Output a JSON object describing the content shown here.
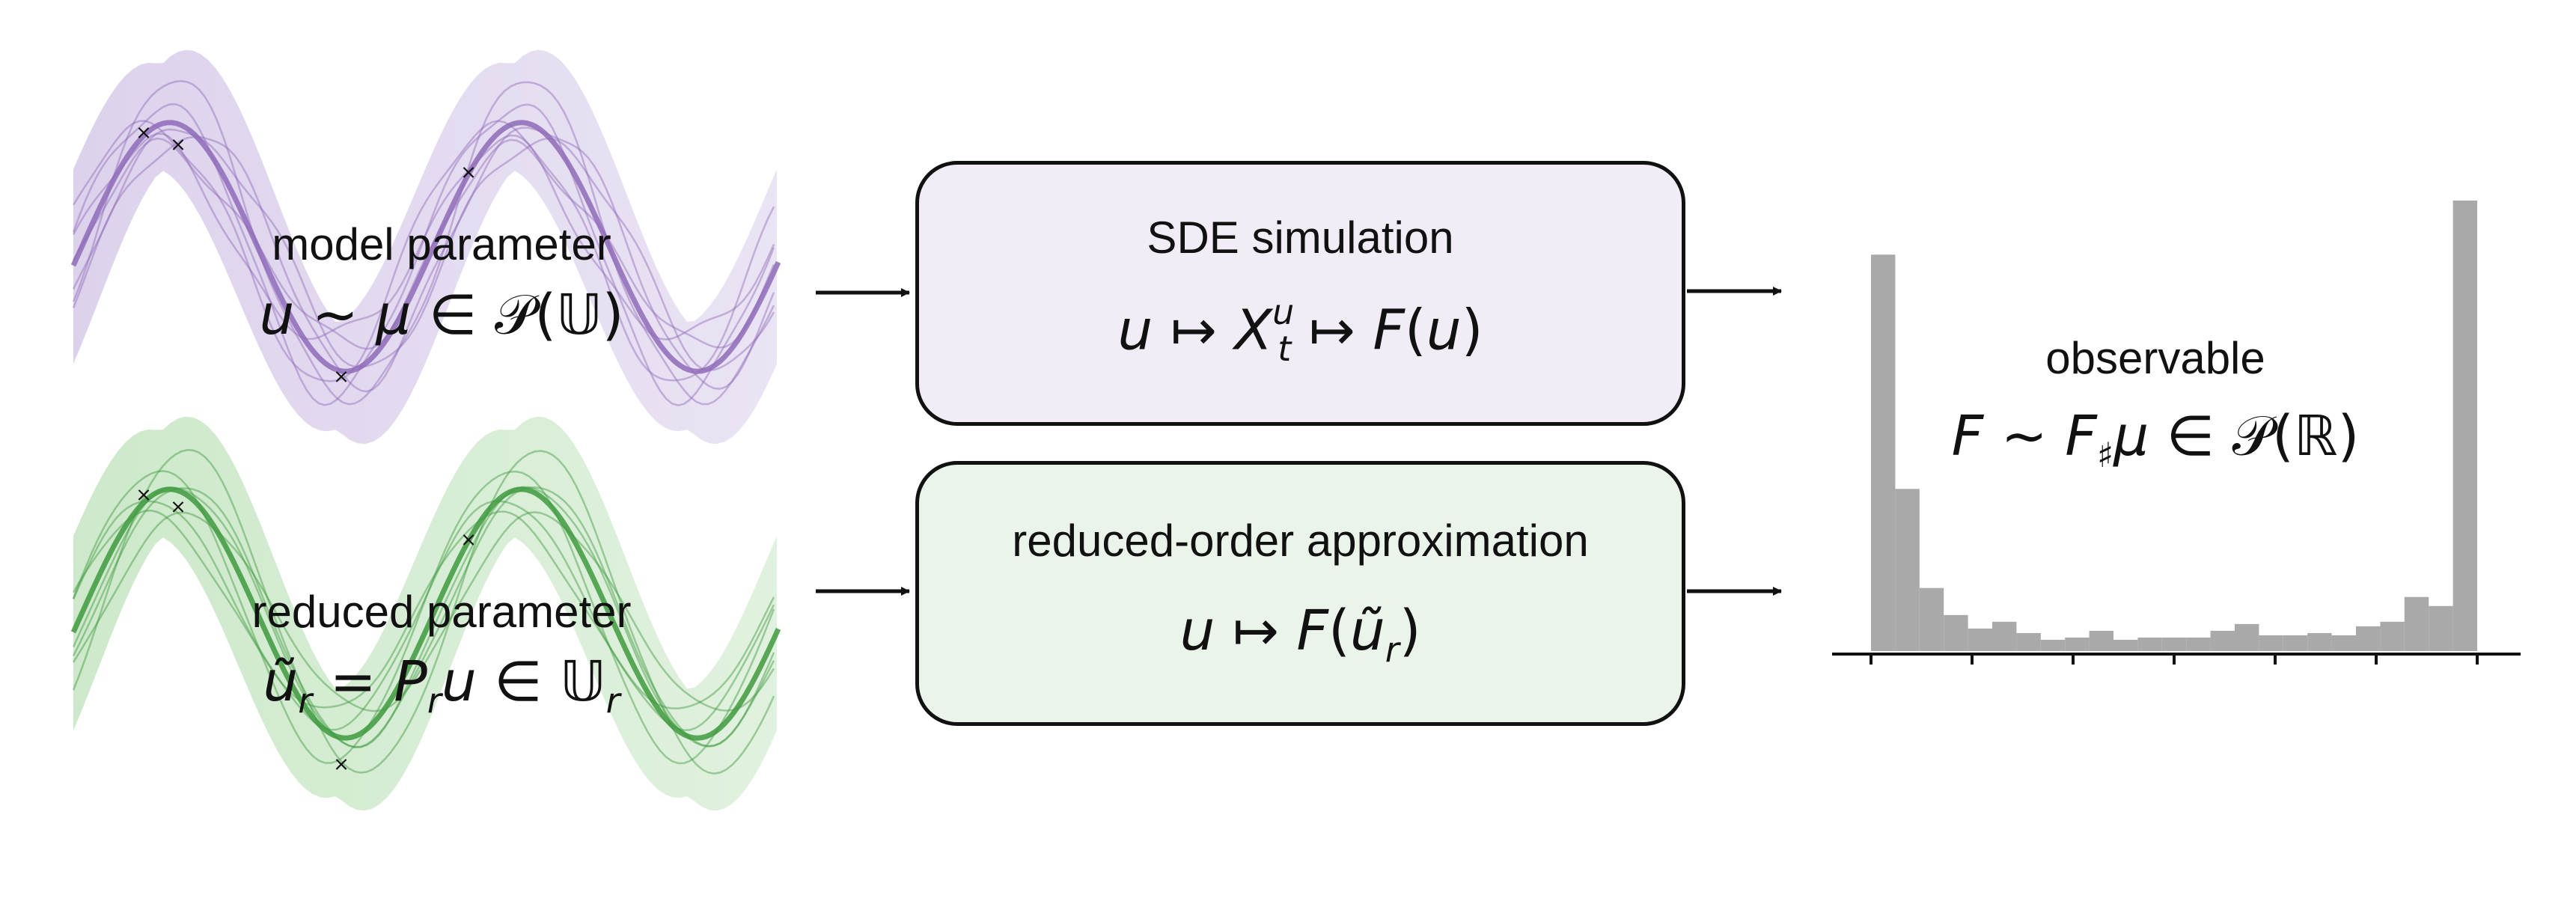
{
  "left_panel": {
    "top": {
      "title": "model parameter",
      "formula": "u ∼ μ ∈ 𝒫(𝕌)",
      "color": "#8e6bb8"
    },
    "bottom": {
      "title": "reduced parameter",
      "formula": "ũᵣ = Pᵣu ∈ 𝕌ᵣ",
      "color": "#3e9a3e"
    }
  },
  "process": {
    "sde": {
      "title": "SDE simulation",
      "formula": "u ↦ Xₜᵘ ↦ F(u)",
      "fill": "#f1ecf5"
    },
    "rom": {
      "title": "reduced-order approximation",
      "formula": "u ↦ F(ũᵣ)",
      "fill": "#ebf4ea"
    }
  },
  "output": {
    "title": "observable",
    "formula": "F ∼ F♯μ ∈ 𝒫(ℝ)"
  },
  "chart_data": {
    "type": "bar",
    "title": "",
    "xlabel": "",
    "ylabel": "",
    "color": "#a9a9a9",
    "ylim": [
      0,
      1
    ],
    "bin_count": 25,
    "values": [
      0.88,
      0.36,
      0.14,
      0.08,
      0.05,
      0.065,
      0.04,
      0.025,
      0.03,
      0.045,
      0.025,
      0.03,
      0.03,
      0.03,
      0.045,
      0.06,
      0.035,
      0.035,
      0.04,
      0.035,
      0.055,
      0.065,
      0.12,
      0.1,
      1.0
    ],
    "ticks": 7,
    "grid": false
  }
}
